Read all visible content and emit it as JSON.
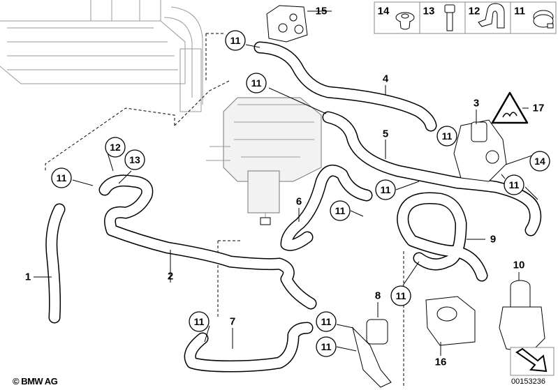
{
  "callouts": [
    "1",
    "2",
    "3",
    "4",
    "5",
    "6",
    "7",
    "8",
    "9",
    "10",
    "11",
    "12",
    "13",
    "14",
    "15",
    "16",
    "17"
  ],
  "legend_box": [
    {
      "number": "14",
      "part": "grommet"
    },
    {
      "number": "13",
      "part": "bolt"
    },
    {
      "number": "12",
      "part": "clamp"
    },
    {
      "number": "11",
      "part": "hose-clamp"
    }
  ],
  "footer": {
    "copyright": "© BMW AG",
    "diagram_id": "00153236"
  },
  "icons": {
    "warning": "warning-triangle-icon",
    "view_arrow": "view-direction-arrow-icon"
  }
}
